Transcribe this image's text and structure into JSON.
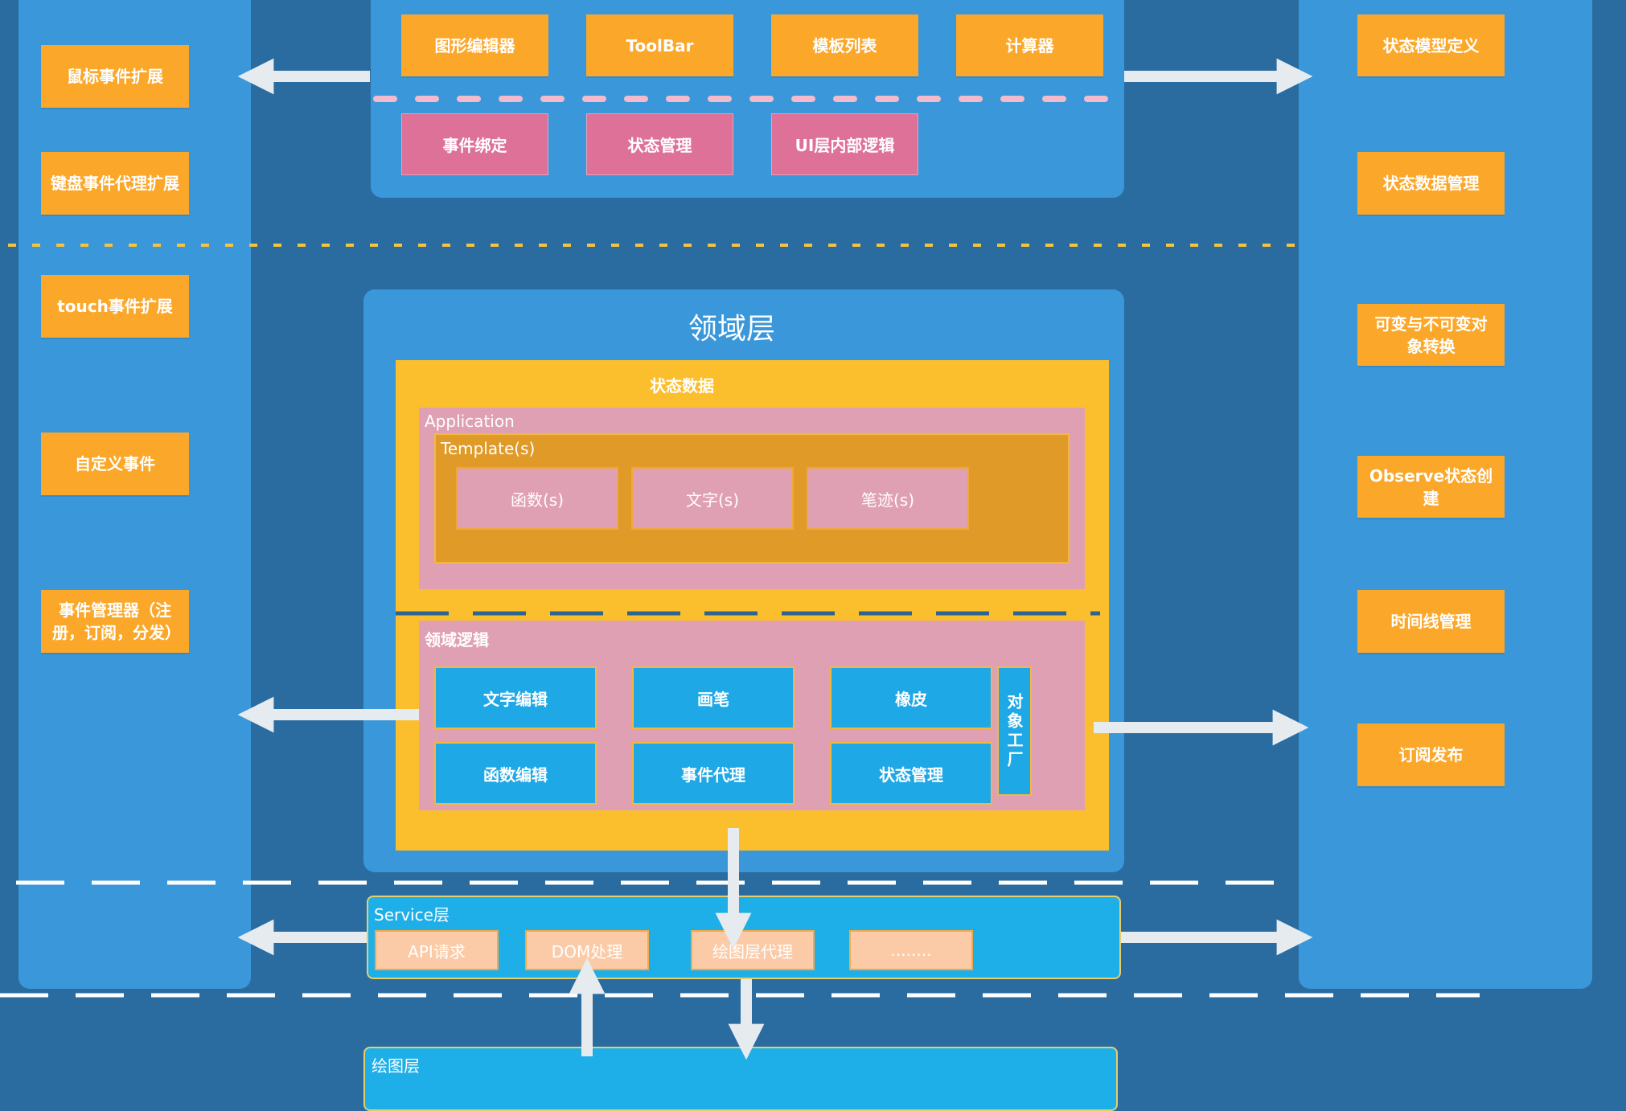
{
  "left_column": {
    "items": [
      "鼠标事件扩展",
      "键盘事件代理扩展",
      "touch事件扩展",
      "自定义事件",
      "事件管理器（注册，订阅，分发）"
    ]
  },
  "right_column": {
    "items": [
      "状态模型定义",
      "状态数据管理",
      "可变与不可变对象转换",
      "Observe状态创建",
      "时间线管理",
      "订阅发布"
    ]
  },
  "ui_layer": {
    "top_row": [
      "图形编辑器",
      "ToolBar",
      "模板列表",
      "计算器"
    ],
    "bottom_row": [
      "事件绑定",
      "状态管理",
      "UI层内部逻辑"
    ]
  },
  "domain_layer": {
    "title": "领域层",
    "state_data": {
      "label": "状态数据",
      "application": {
        "label": "Application",
        "template": {
          "label": "Template(s)",
          "items": [
            "函数(s)",
            "文字(s)",
            "笔迹(s)"
          ]
        }
      }
    },
    "domain_logic": {
      "label": "领域逻辑",
      "row1": [
        "文字编辑",
        "画笔",
        "橡皮"
      ],
      "row2": [
        "函数编辑",
        "事件代理",
        "状态管理"
      ],
      "factory": "对象工厂"
    }
  },
  "service_layer": {
    "label": "Service层",
    "items": [
      "API请求",
      "DOM处理",
      "绘图层代理",
      "........"
    ]
  },
  "drawing_layer": {
    "label": "绘图层"
  },
  "colors": {
    "background": "#2A6CA0",
    "panel": "#3A97D9",
    "orange": "#FBA72A",
    "pink": "#DE7198",
    "yellow": "#FBBF2E",
    "cyan": "#1FA8E6"
  }
}
